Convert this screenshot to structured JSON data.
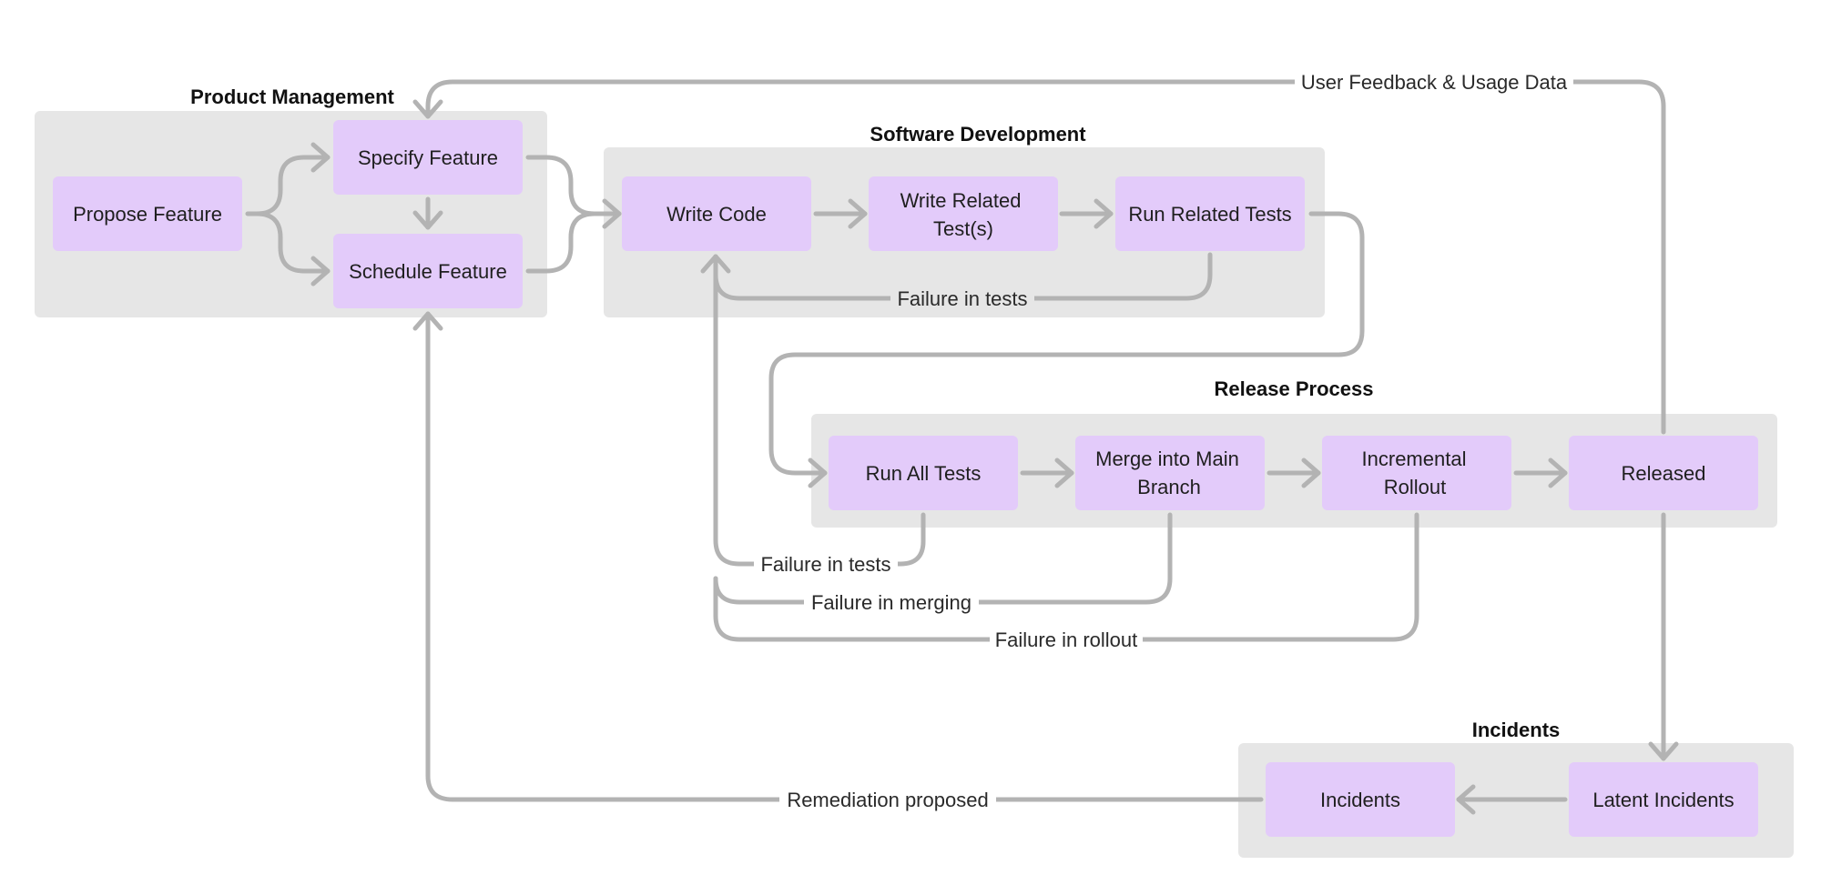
{
  "colors": {
    "node_fill": "#e3cbfa",
    "group_fill": "#e6e6e6",
    "edge_stroke": "#b3b3b3",
    "background": "#ffffff"
  },
  "groups": {
    "product_management": "Product Management",
    "software_development": "Software Development",
    "release_process": "Release Process",
    "incidents": "Incidents"
  },
  "nodes": {
    "propose_feature": "Propose Feature",
    "specify_feature": "Specify Feature",
    "schedule_feature": "Schedule Feature",
    "write_code": "Write Code",
    "write_related_tests": [
      "Write Related",
      "Test(s)"
    ],
    "run_related_tests": "Run Related Tests",
    "run_all_tests": "Run All Tests",
    "merge_main": [
      "Merge into Main",
      "Branch"
    ],
    "incremental_rollout": [
      "Incremental",
      "Rollout"
    ],
    "released": "Released",
    "latent_incidents": "Latent Incidents",
    "incidents": "Incidents"
  },
  "edge_labels": {
    "user_feedback": "User Feedback & Usage Data",
    "failure_related_tests": "Failure in tests",
    "failure_all_tests": "Failure in tests",
    "failure_merging": "Failure in merging",
    "failure_rollout": "Failure in rollout",
    "remediation": "Remediation proposed"
  }
}
